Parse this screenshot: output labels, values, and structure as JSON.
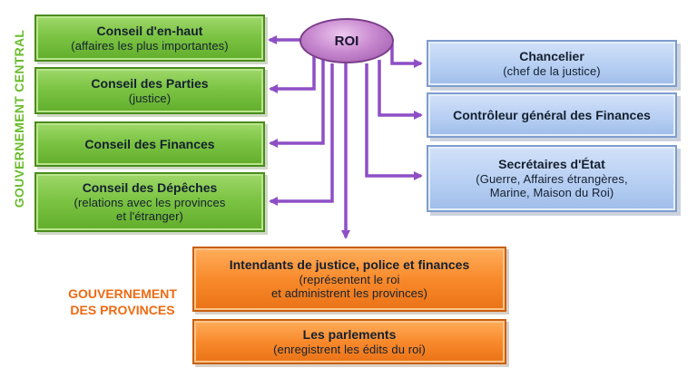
{
  "roi": {
    "label": "ROI"
  },
  "side_labels": {
    "central": "GOUVERNEMENT CENTRAL",
    "provinces_line1": "GOUVERNEMENT",
    "provinces_line2": "DES PROVINCES"
  },
  "conseils": [
    {
      "title": "Conseil d'en-haut",
      "lines": [
        "(affaires les plus importantes)"
      ]
    },
    {
      "title": "Conseil des Parties",
      "lines": [
        "(justice)"
      ]
    },
    {
      "title": "Conseil des Finances",
      "lines": []
    },
    {
      "title": "Conseil des Dépêches",
      "lines": [
        "(relations avec les provinces",
        "et l'étranger)"
      ]
    }
  ],
  "officiers": [
    {
      "title": "Chancelier",
      "lines": [
        "(chef de la justice)"
      ]
    },
    {
      "title": "Contrôleur général des Finances",
      "lines": []
    },
    {
      "title": "Secrétaires d'État",
      "lines": [
        "(Guerre, Affaires étrangères,",
        "Marine, Maison du Roi)"
      ]
    }
  ],
  "provinces": [
    {
      "title": "Intendants de justice, police et finances",
      "lines": [
        "(représentent le roi",
        "et administrent les provinces)"
      ]
    },
    {
      "title": "Les parlements",
      "lines": [
        "(enregistrent les édits du roi)"
      ]
    }
  ],
  "colors": {
    "green": "#7cc444",
    "blue": "#b7cff3",
    "orange": "#f88a2c",
    "arrow": "#8e4fc6",
    "roi": "#c98ad0",
    "label_green": "#6bbd2e",
    "label_orange": "#ee6a12"
  }
}
